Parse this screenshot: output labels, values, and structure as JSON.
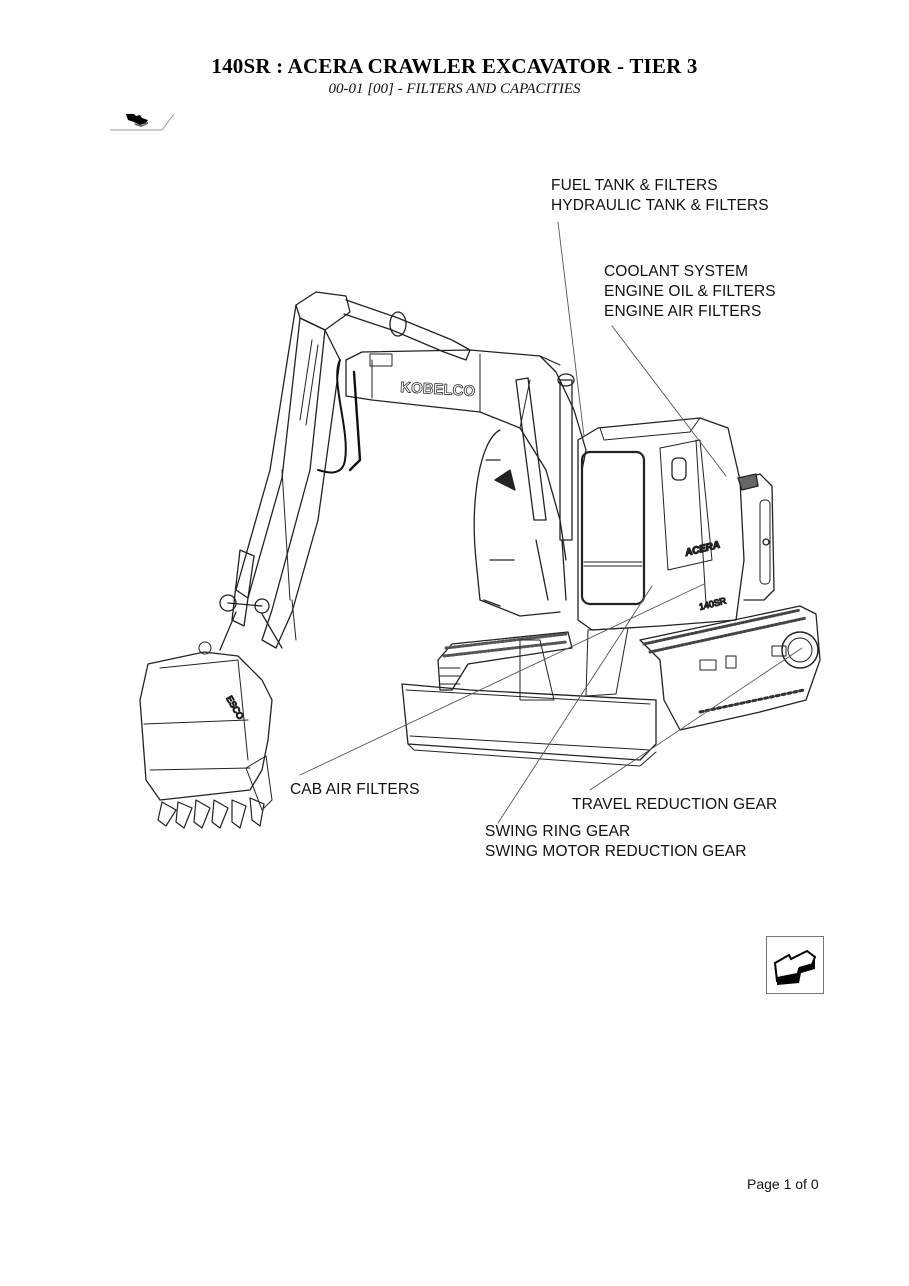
{
  "header": {
    "title": "140SR : ACERA CRAWLER EXCAVATOR - TIER 3",
    "subtitle": "00-01 [00] - FILTERS AND CAPACITIES"
  },
  "navigation": {
    "back_icon": "back-arrow-icon",
    "next_icon": "next-arrow-icon"
  },
  "illustration": {
    "subject": "crawler excavator line drawing",
    "boom_logo": "KOBELCO",
    "cab_logo": "ACERA",
    "model_decal": "140SR",
    "callouts": [
      {
        "id": "fuel-hydraulic",
        "lines": [
          "FUEL TANK & FILTERS",
          "HYDRAULIC TANK & FILTERS"
        ]
      },
      {
        "id": "engine",
        "lines": [
          "COOLANT SYSTEM",
          "ENGINE OIL & FILTERS",
          "ENGINE AIR FILTERS"
        ]
      },
      {
        "id": "cab-air",
        "lines": [
          "CAB AIR FILTERS"
        ]
      },
      {
        "id": "travel",
        "lines": [
          "TRAVEL REDUCTION GEAR"
        ]
      },
      {
        "id": "swing",
        "lines": [
          "SWING RING GEAR",
          "SWING MOTOR REDUCTION GEAR"
        ]
      }
    ]
  },
  "footer": {
    "page_label": "Page 1 of 0"
  }
}
